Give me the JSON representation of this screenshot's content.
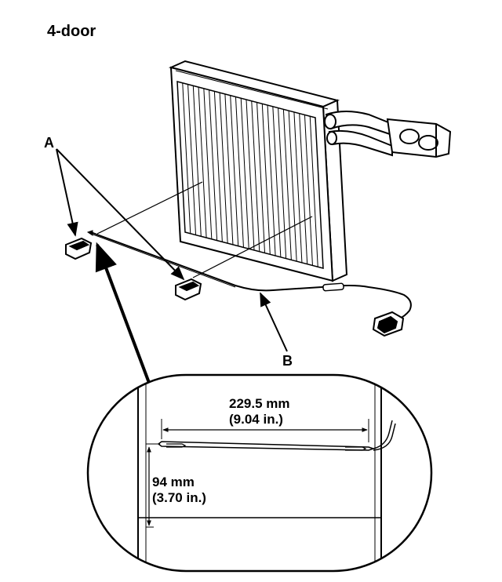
{
  "title": "4-door",
  "callouts": {
    "a": "A",
    "b": "B"
  },
  "inset": {
    "length_mm": "229.5 mm",
    "length_in": "(9.04 in.)",
    "height_mm": "94 mm",
    "height_in": "(3.70 in.)"
  },
  "colors": {
    "ink": "#000000",
    "paper": "#ffffff"
  }
}
